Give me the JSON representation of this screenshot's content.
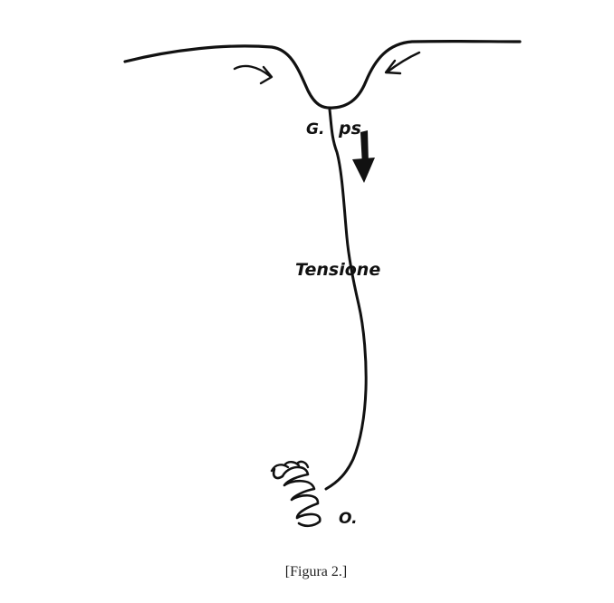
{
  "figure": {
    "labels": {
      "top_left": "G.",
      "top_right": "ps",
      "middle": "Tensione",
      "bottom": "O."
    },
    "caption": "[Figura 2.]"
  },
  "colors": {
    "ink": "#111111",
    "background": "#ffffff"
  }
}
